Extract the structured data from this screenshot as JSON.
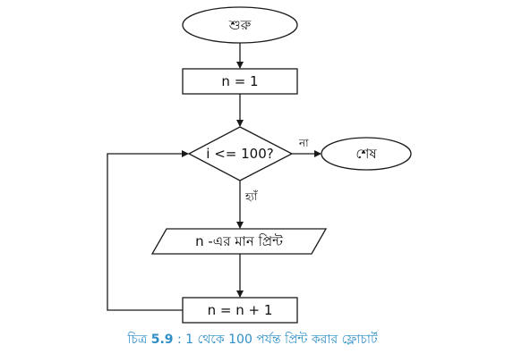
{
  "flowchart": {
    "start": "শুরু",
    "init": "n = 1",
    "condition": "i <= 100?",
    "no_label": "না",
    "end": "শেষ",
    "yes_label": "হ্যাঁ",
    "output": "n -এর মান প্রিন্ট",
    "increment": "n = n + 1"
  },
  "caption": {
    "prefix": "চিত্র",
    "number": "5.9",
    "text": ": 1 থেকে 100 পর্যন্ত প্রিন্ট করার ফ্লোচার্ট"
  },
  "colors": {
    "caption": "#2e8fc7",
    "line": "#1a1a1a"
  }
}
